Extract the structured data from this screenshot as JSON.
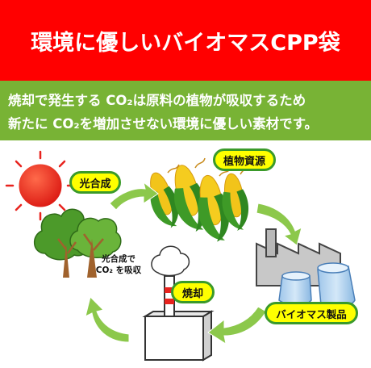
{
  "title": "環境に優しいバイオマスCPP袋",
  "description": {
    "line1": "焼却で発生する CO₂は原料の植物が吸収するため",
    "line2": "新たに CO₂を増加させない環境に優しい素材です。"
  },
  "diagram": {
    "labels": {
      "photosynthesis": "光合成",
      "plant_resources": "植物資源",
      "biomass_products": "バイオマス製品",
      "incineration": "焼却"
    },
    "note": {
      "line1": "光合成で",
      "line2": "CO₂ を吸収"
    }
  },
  "colors": {
    "title_bg": "#ff0000",
    "desc_bg": "#78b335",
    "tag_fill": "#ffff00",
    "tag_border": "#3a9a2a",
    "arrow": "#8cc84b",
    "sun": "#e8231e"
  },
  "icons": [
    "sun-icon",
    "trees-icon",
    "corn-icon",
    "factory-icon",
    "containers-icon",
    "incinerator-icon",
    "cycle-arrow-icon"
  ]
}
